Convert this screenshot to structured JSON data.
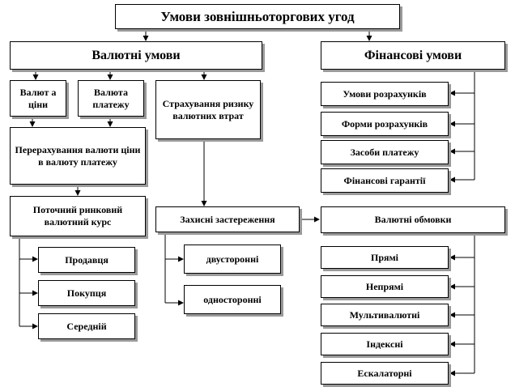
{
  "title": "Умови зовнішньоторгових угод",
  "currency_terms": {
    "heading": "Валютні умови",
    "price_currency": "Валют а ціни",
    "payment_currency": "Валюта платежу",
    "currency_risk": "Страхування ризику валютних втрат",
    "conversion": "Перерахування валюти ціни в валюту платежу",
    "market_rate": "Поточний ринковий валютний курс",
    "rates": [
      "Продавця",
      "Покупця",
      "Середній"
    ],
    "protective_clauses": "Захисні застереження",
    "clauses": [
      "двусторонні",
      "односторонні"
    ]
  },
  "financial_terms": {
    "heading": "Фінансові умови",
    "items": [
      "Умови розрахунків",
      "Форми розрахунків",
      "Засоби платежу",
      "Фінансові гарантії"
    ],
    "currency_clauses": "Валютні обмовки",
    "clause_types": [
      "Прямі",
      "Непрямі",
      "Мультивалютні",
      "Індексні",
      "Ескалаторні"
    ]
  }
}
